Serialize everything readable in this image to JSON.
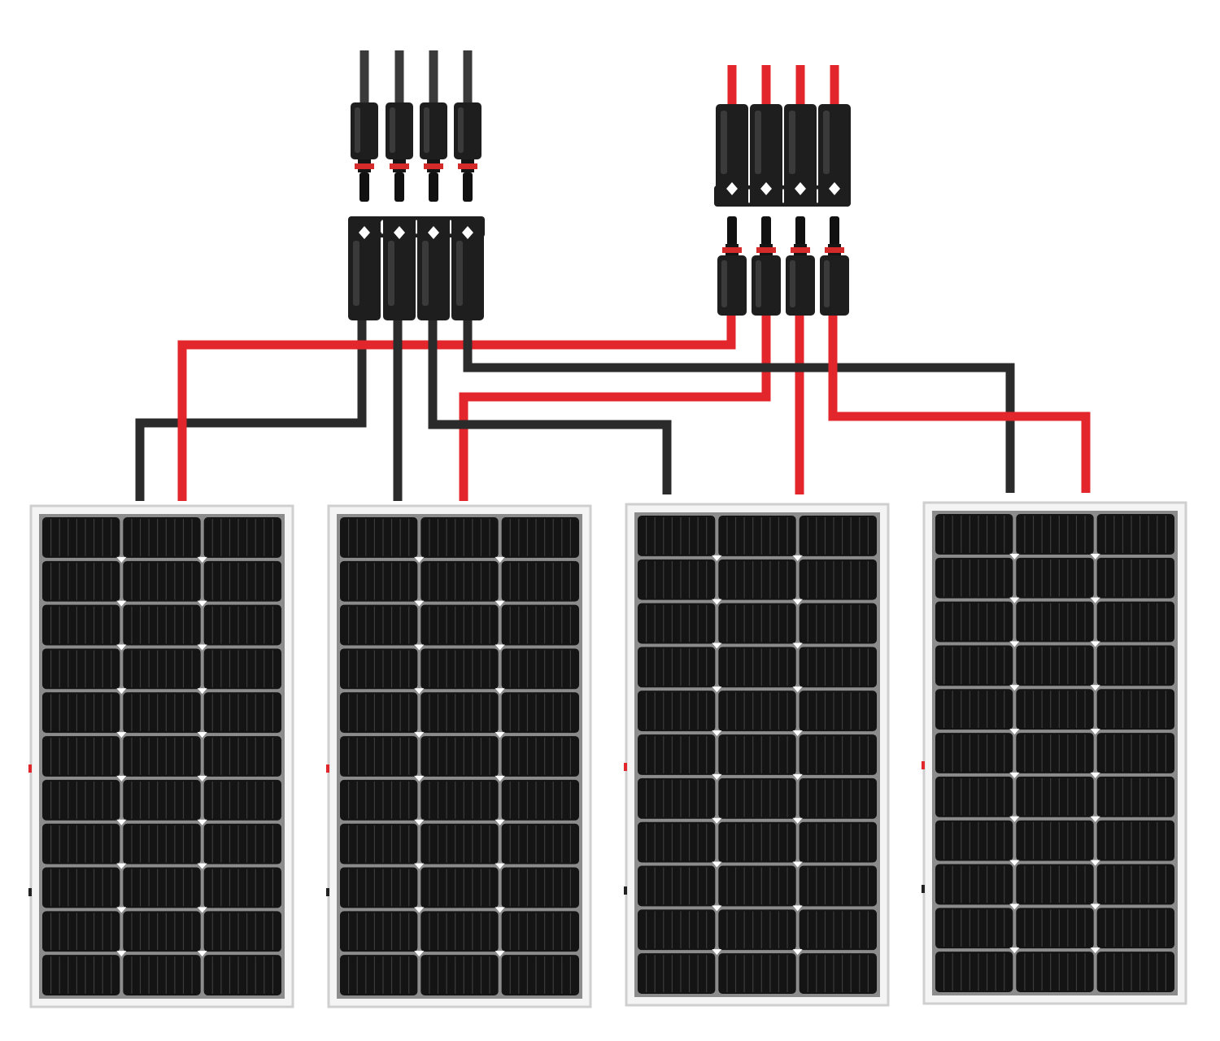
{
  "diagram": {
    "panel_count": 4,
    "branch_count": 4,
    "negative_connector": {
      "icon": "mc4-branch-connector-negative-icon",
      "cable_color": "#2b2b2b"
    },
    "positive_connector": {
      "icon": "mc4-branch-connector-positive-icon",
      "cable_color": "#e3262b"
    },
    "panel": {
      "icon": "solar-panel-icon",
      "cell_rows": 11,
      "cell_columns": 3,
      "cell_color": "#141414",
      "frame_color": "#e6e6e6",
      "busbar_color": "#6a6a6a"
    },
    "colors": {
      "connector_body": "#1e1e1e",
      "connector_highlight": "#3a3a3a",
      "ring": "#d42a2a",
      "background": "#ffffff"
    }
  }
}
